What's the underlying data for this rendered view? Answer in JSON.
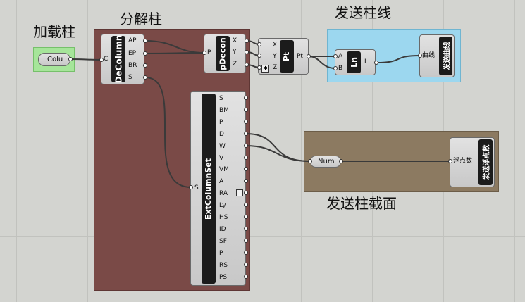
{
  "groups": {
    "column_input": {
      "title": "加载柱",
      "color": "#a6e59a"
    },
    "decompose": {
      "title": "分解柱",
      "color": "#7a4a47"
    },
    "send_line": {
      "title": "发送柱线",
      "color": "#9cd7ef"
    },
    "send_section": {
      "title": "发送柱截面",
      "color": "#8c7a61"
    }
  },
  "components": {
    "colu": {
      "label": "Colu"
    },
    "decolumn": {
      "name": "DeColumn",
      "input": "C",
      "outputs": [
        "AP",
        "EP",
        "BR",
        "S"
      ]
    },
    "pdecon": {
      "name": "pDecon",
      "input": "P",
      "outputs": [
        "X",
        "Y",
        "Z"
      ]
    },
    "pt": {
      "name": "Pt",
      "inputs": [
        "X",
        "Y",
        "Z"
      ],
      "output": "Pt"
    },
    "ln": {
      "name": "Ln",
      "inputs": [
        "A",
        "B"
      ],
      "output": "L"
    },
    "send_curve": {
      "name": "发送曲线",
      "input": "曲线"
    },
    "extcolumnset": {
      "name": "ExtColumnSet",
      "input": "S",
      "outputs": [
        "S",
        "BM",
        "P",
        "D",
        "W",
        "V",
        "VM",
        "A",
        "RA",
        "Ly",
        "HS",
        "ID",
        "SF",
        "P",
        "RS",
        "PS"
      ]
    },
    "num": {
      "label": "Num"
    },
    "send_float": {
      "name": "发送浮点数",
      "input": "浮点数"
    }
  },
  "colors": {
    "canvas": "#d3d4d0",
    "wire": "#3a3a3a",
    "component": "#d6d6d6",
    "bar": "#1b1b1b"
  }
}
